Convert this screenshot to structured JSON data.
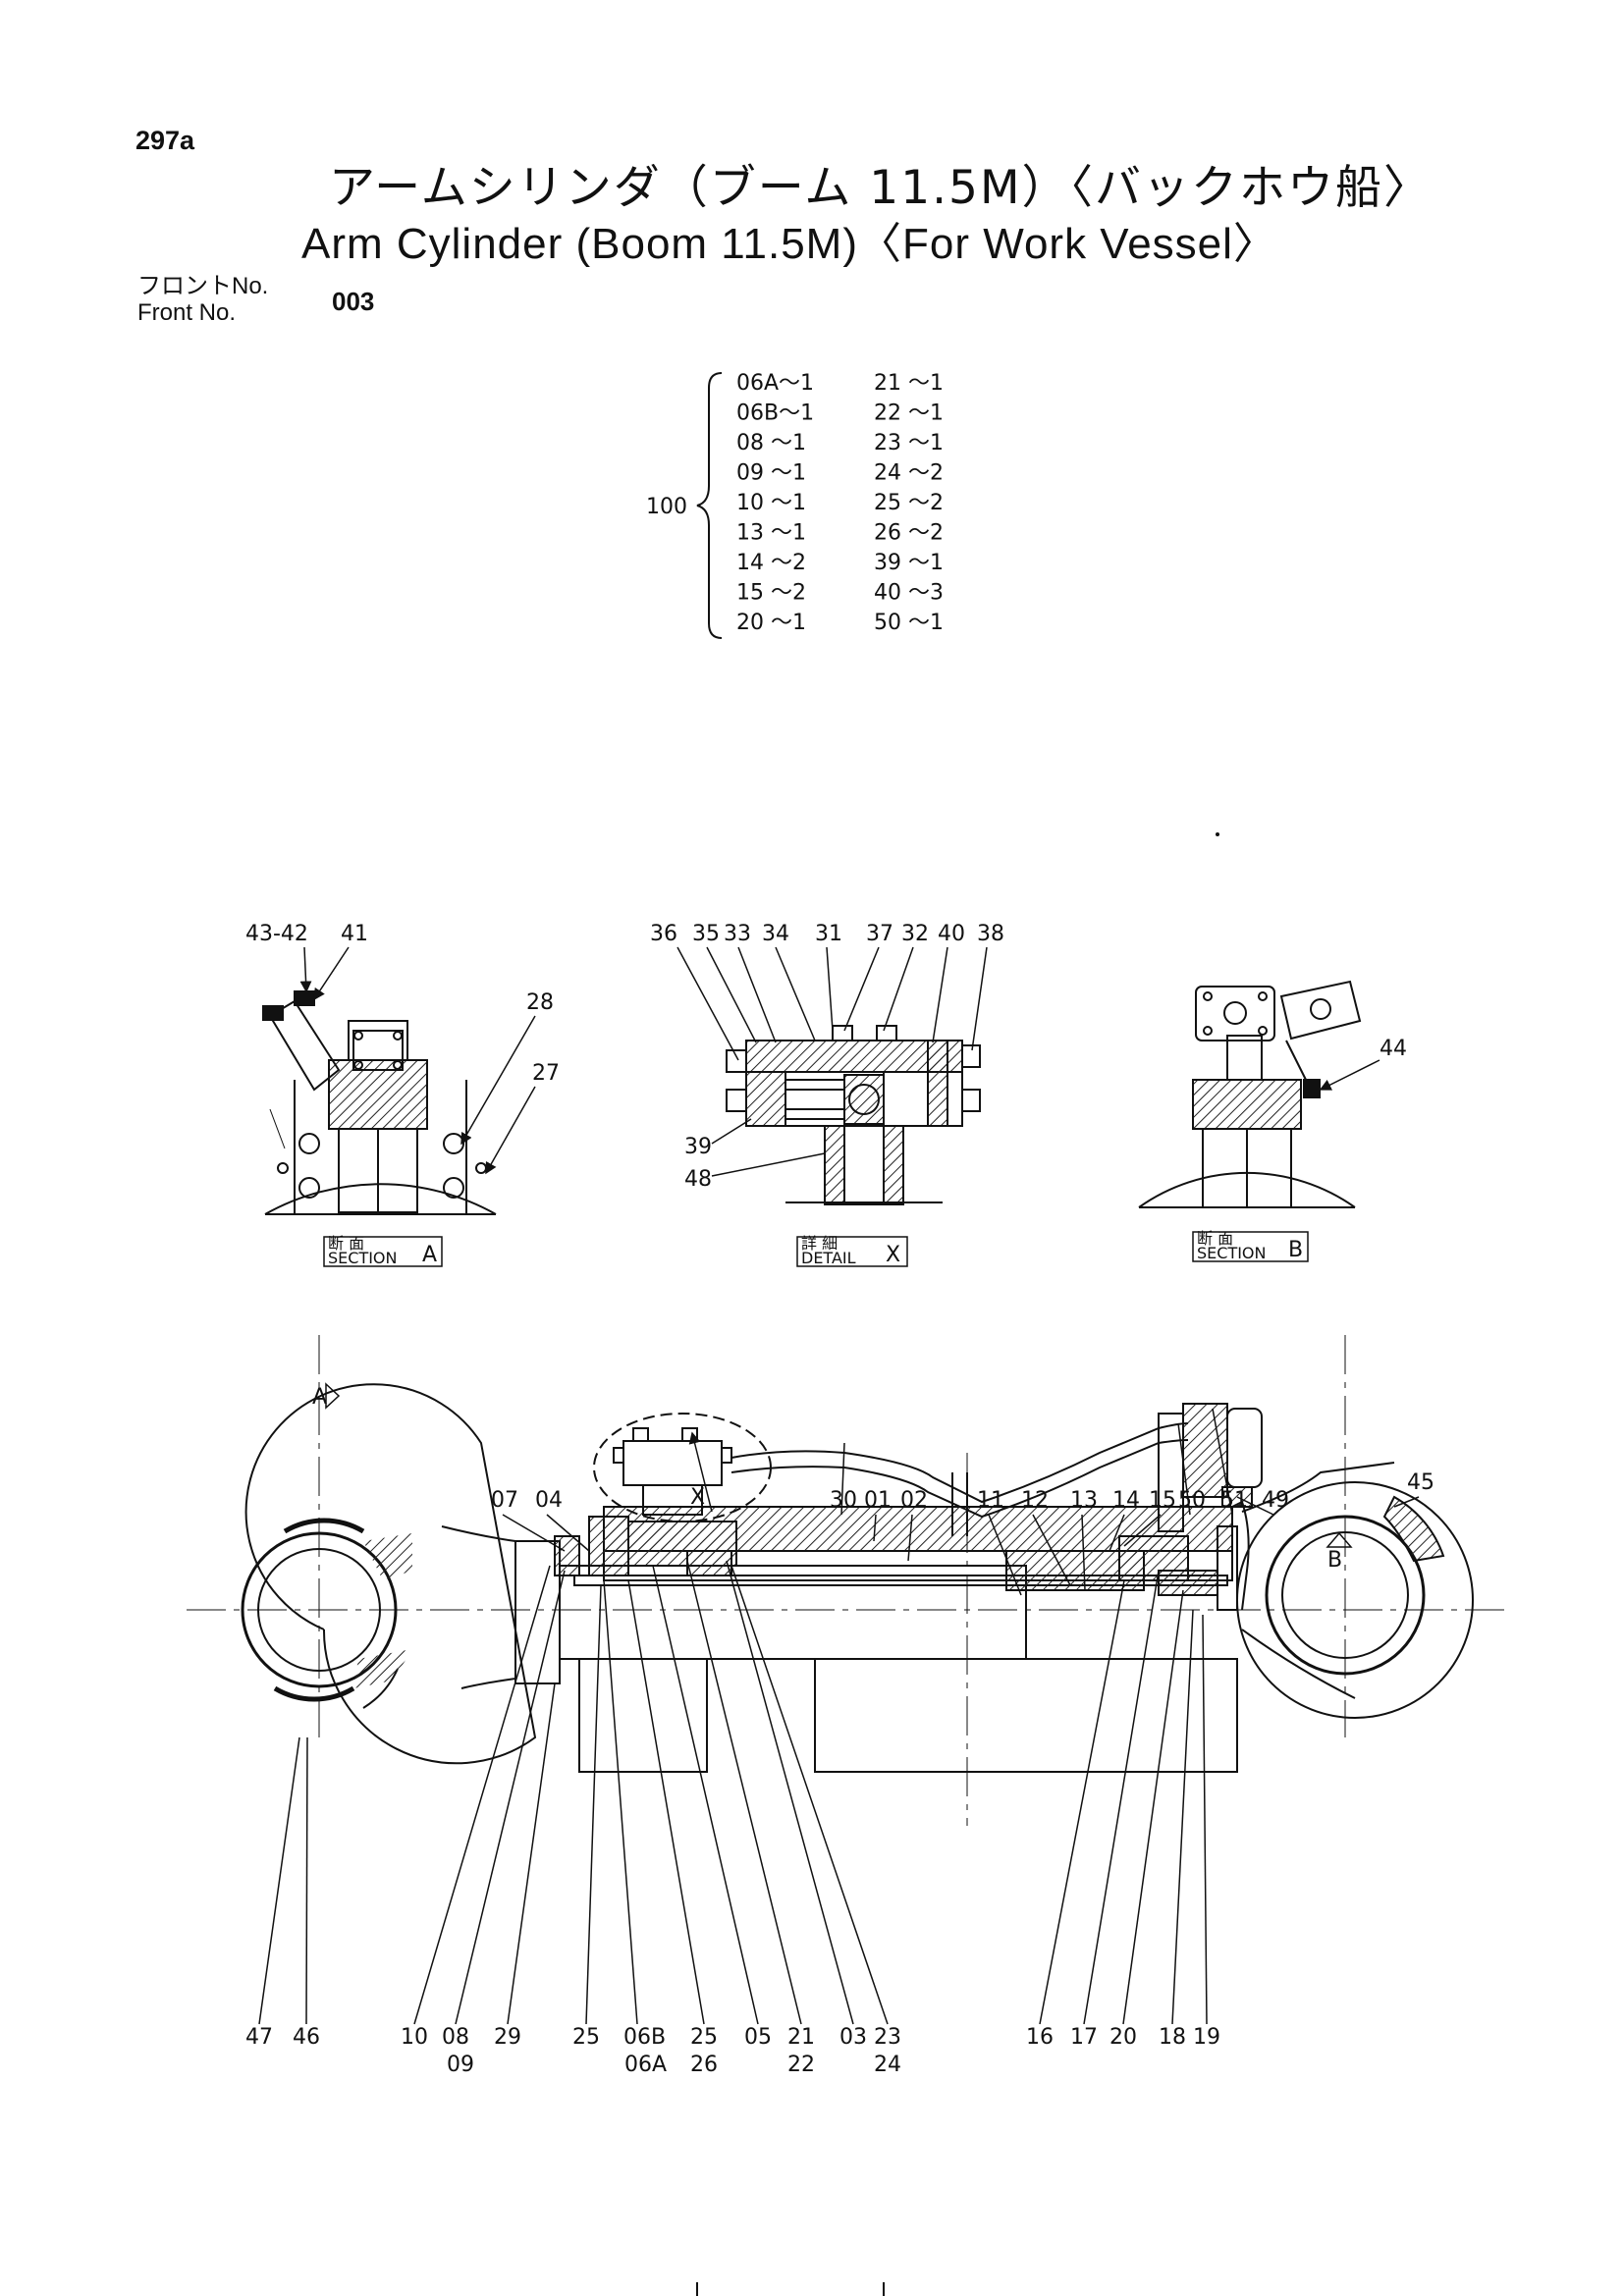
{
  "header": {
    "page_number": "297a",
    "title_jp": "アームシリンダ（ブーム 11.5M）〈バックホウ船〉",
    "title_en": "Arm Cylinder (Boom 11.5M)〈For Work Vessel〉",
    "front_label_jp": "フロントNo.",
    "front_label_en": "Front No.",
    "front_number": "003"
  },
  "kit": {
    "label": "100",
    "left_col": [
      "06A～1",
      "06B～1",
      "08 ～1",
      "09 ～1",
      "10 ～1",
      "13 ～1",
      "14 ～2",
      "15 ～2",
      "20 ～1"
    ],
    "right_col": [
      "21 ～1",
      "22 ～1",
      "23 ～1",
      "24 ～2",
      "25 ～2",
      "26 ～2",
      "39 ～1",
      "40 ～3",
      "50 ～1"
    ]
  },
  "views": {
    "section_a": {
      "jp": "断 面",
      "en": "SECTION",
      "tag": "A",
      "callouts": [
        "43-42",
        "41",
        "28",
        "27"
      ]
    },
    "detail_x": {
      "jp": "詳 細",
      "en": "DETAIL",
      "tag": "X",
      "callouts": [
        "36",
        "35",
        "33",
        "34",
        "31",
        "37",
        "32",
        "40",
        "38",
        "39",
        "48"
      ]
    },
    "section_b": {
      "jp": "断 面",
      "en": "SECTION",
      "tag": "B",
      "callouts": [
        "44"
      ]
    }
  },
  "main_view": {
    "section_marks": {
      "a": "A",
      "b": "B",
      "x": "X"
    },
    "top_callouts": [
      "07",
      "04",
      "30",
      "01",
      "02",
      "11",
      "12",
      "13",
      "14",
      "15",
      "50",
      "51",
      "49",
      "45"
    ],
    "bottom_callouts": [
      "47",
      "46",
      "10",
      "08",
      "09",
      "29",
      "25",
      "06B",
      "06A",
      "25",
      "26",
      "05",
      "21",
      "22",
      "03",
      "23",
      "24",
      "16",
      "17",
      "20",
      "18",
      "19"
    ]
  }
}
